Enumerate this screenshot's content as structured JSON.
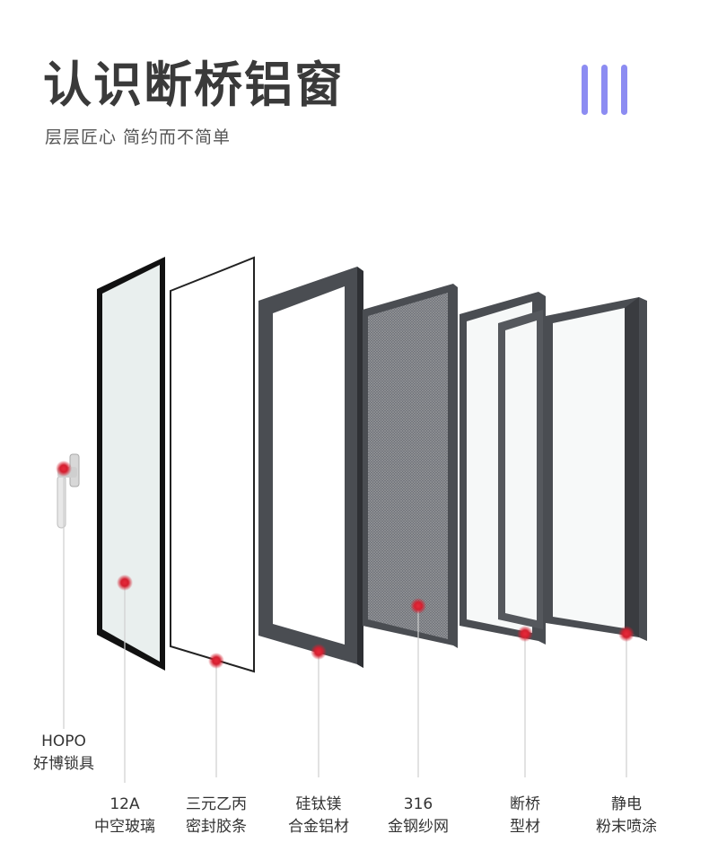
{
  "header": {
    "title": "认识断桥铝窗",
    "subtitle": "层层匠心 简约而不简单"
  },
  "labels": [
    {
      "line1": "HOPO",
      "line2": "好博锁具"
    },
    {
      "line1": "12A",
      "line2": "中空玻璃"
    },
    {
      "line1": "三元乙丙",
      "line2": "密封胶条"
    },
    {
      "line1": "硅钛镁",
      "line2": "合金铝材"
    },
    {
      "line1": "316",
      "line2": "金钢纱网"
    },
    {
      "line1": "断桥",
      "line2": "型材"
    },
    {
      "line1": "静电",
      "line2": "粉末喷涂"
    }
  ],
  "colors": {
    "accent": "#8c8cf2",
    "marker": "#d42030",
    "frame": "#4a4d52"
  }
}
